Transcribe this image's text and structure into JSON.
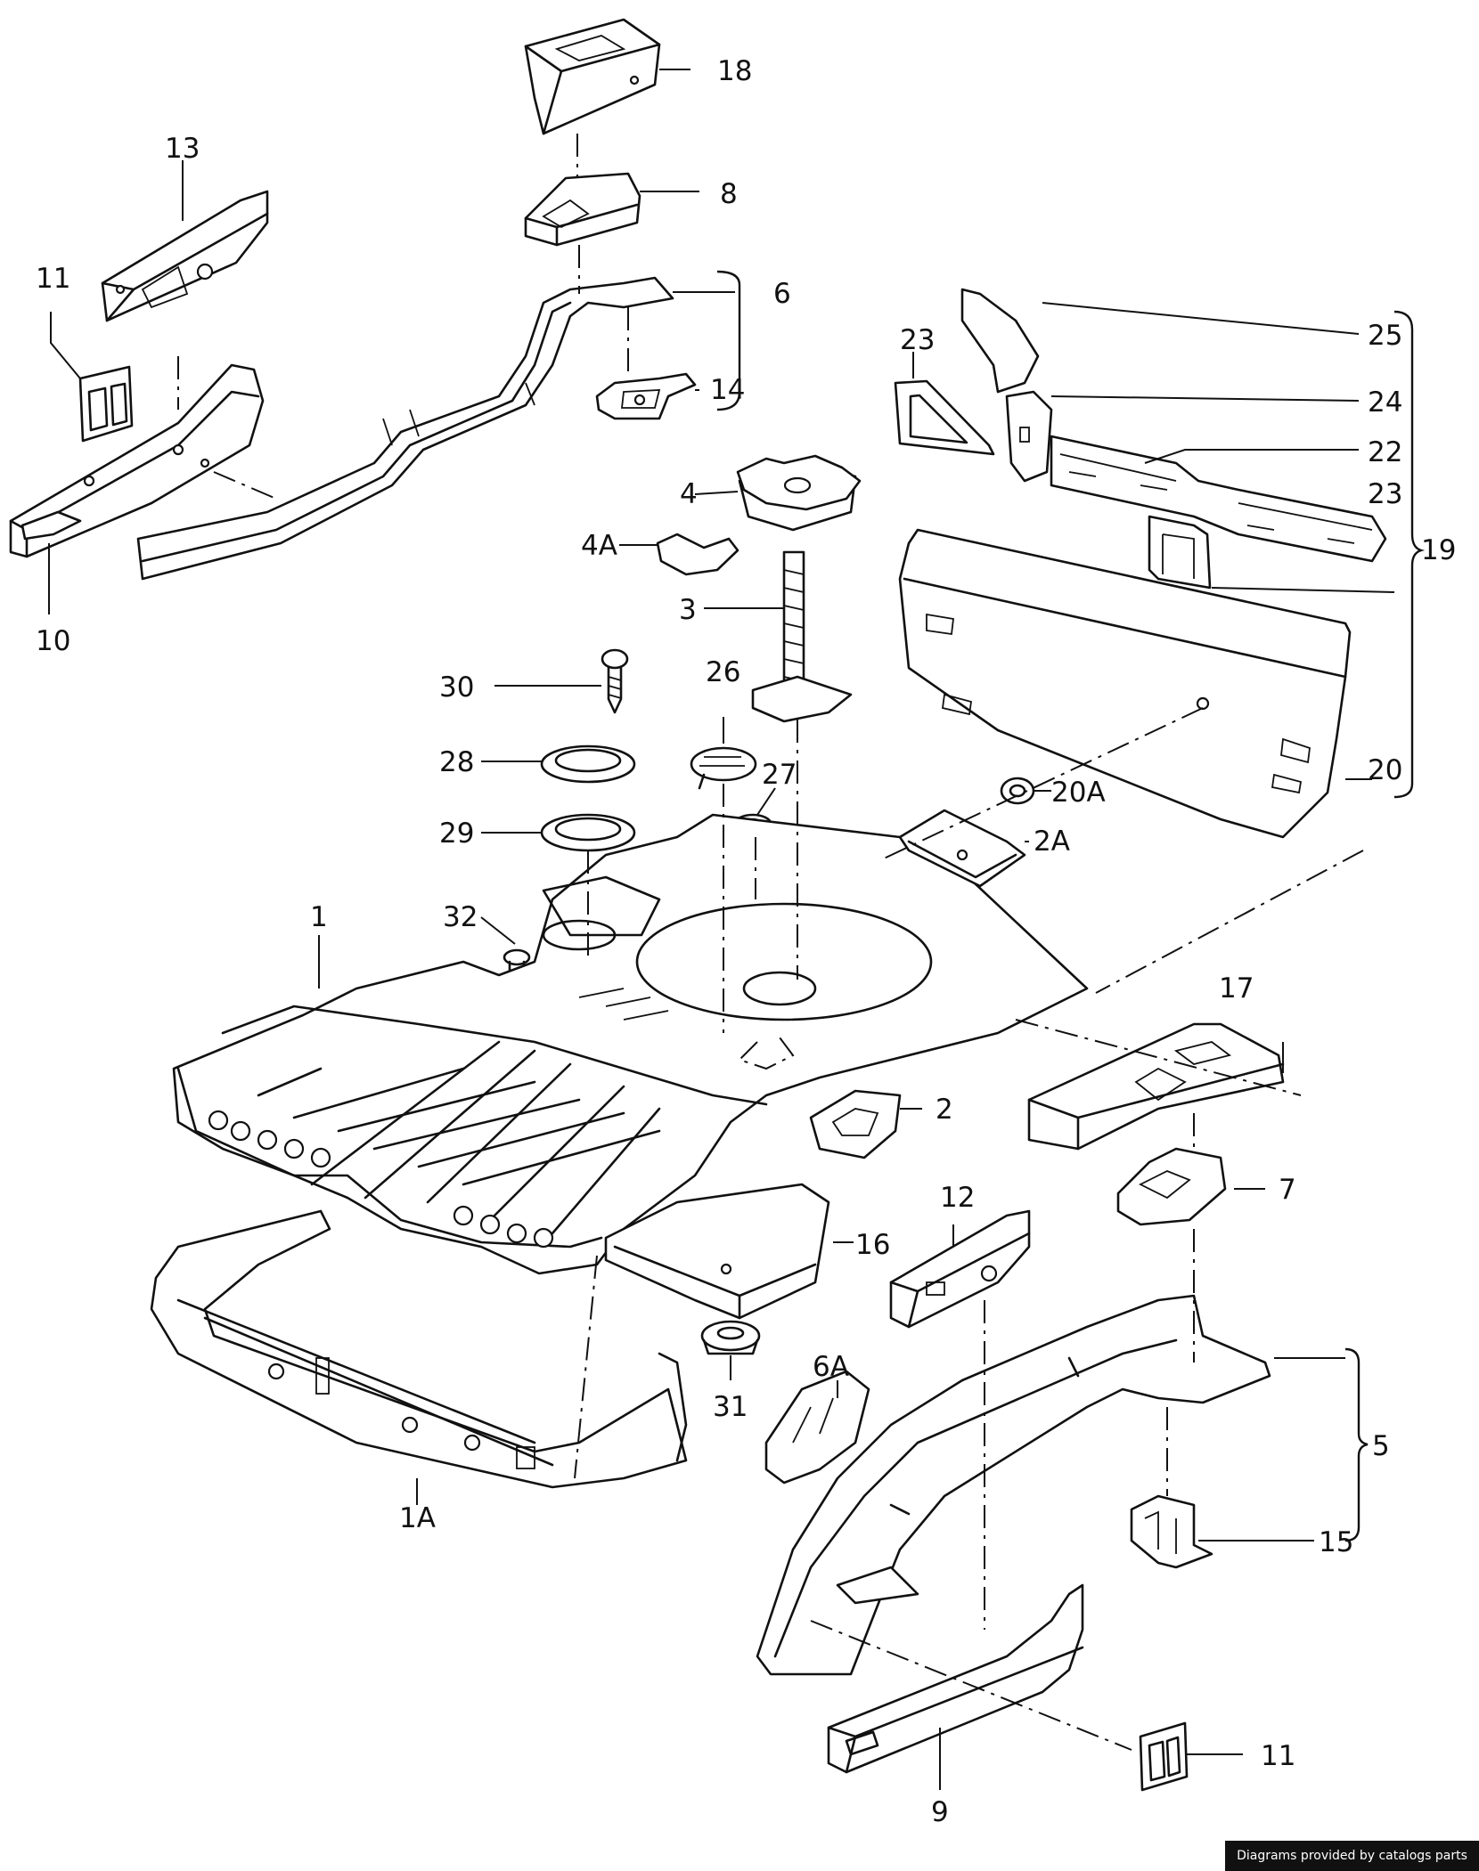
{
  "labels": {
    "p1": "1",
    "p1A": "1A",
    "p2": "2",
    "p2A": "2A",
    "p3": "3",
    "p4": "4",
    "p4A": "4A",
    "p5": "5",
    "p6": "6",
    "p6A": "6A",
    "p7": "7",
    "p8": "8",
    "p9": "9",
    "p10": "10",
    "p11a": "11",
    "p11b": "11",
    "p12": "12",
    "p13": "13",
    "p14": "14",
    "p15": "15",
    "p16": "16",
    "p17": "17",
    "p18": "18",
    "p19": "19",
    "p20": "20",
    "p20A": "20A",
    "p22": "22",
    "p23a": "23",
    "p23b": "23",
    "p24": "24",
    "p25": "25",
    "p26": "26",
    "p27": "27",
    "p28": "28",
    "p29": "29",
    "p30": "30",
    "p31": "31",
    "p32": "32"
  },
  "footer": "Diagrams provided by catalogs parts"
}
